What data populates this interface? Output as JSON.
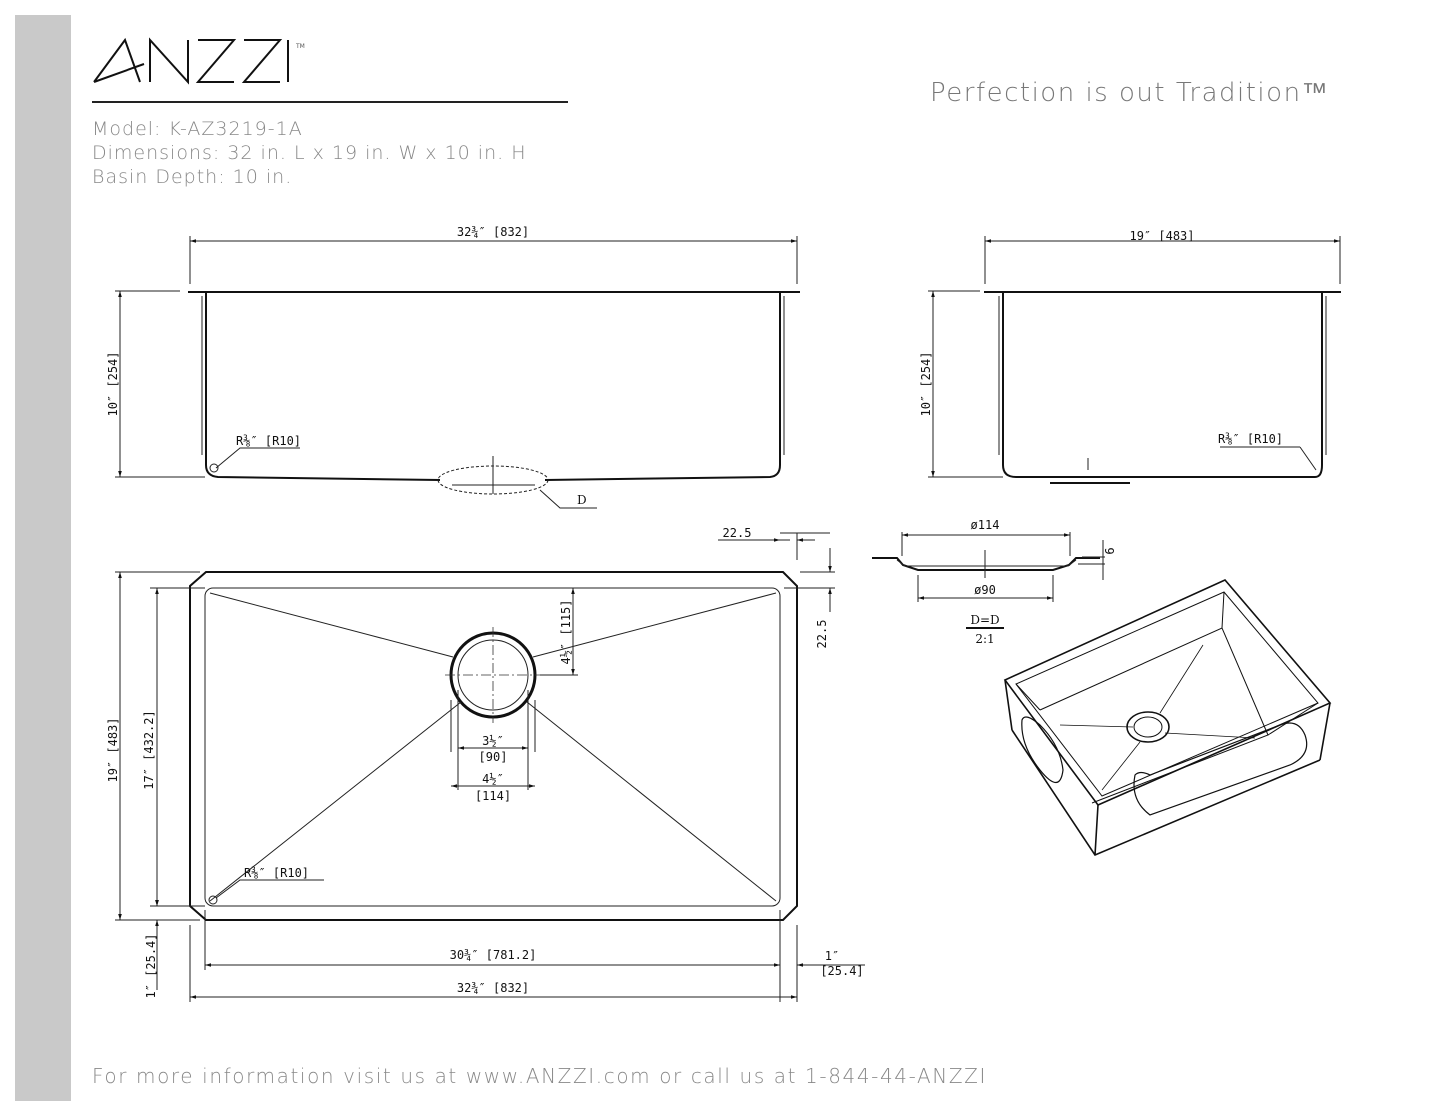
{
  "brand": {
    "logo": "ANZZI",
    "trademark": "™"
  },
  "tagline": "Perfection is out Tradition™",
  "specs": {
    "model": "Model: K-AZ3219-1A",
    "dimensions": "Dimensions: 32 in. L x 19 in. W x 10 in. H",
    "basin_depth": "Basin Depth: 10 in."
  },
  "front_view": {
    "width": "32¾″ [832]",
    "height": "10″ [254]",
    "radius": "R⅜″ [R10]",
    "detail": "D"
  },
  "side_view": {
    "width": "19″ [483]",
    "height": "10″ [254]",
    "radius": "R⅜″ [R10]"
  },
  "drain_detail": {
    "outer_dia": "ø114",
    "inner_dia": "ø90",
    "depth": "6",
    "label": "D=D",
    "scale": "2:1"
  },
  "plan_view": {
    "corner_offset_h": "22.5",
    "corner_offset_v": "22.5",
    "drain_offset": "4½″ [115]",
    "drain_inner_in": "3½″",
    "drain_inner_mm": "[90]",
    "drain_outer_in": "4½″",
    "drain_outer_mm": "[114]",
    "overall_width": "19″ [483]",
    "inner_width": "17″ [432.2]",
    "radius": "R⅜″ [R10]",
    "inner_length": "30¾″ [781.2]",
    "overall_length": "32¾″ [832]",
    "flange_right_in": "1″",
    "flange_right_mm": "[25.4]",
    "flange_bottom": "1″ [25.4]"
  },
  "footer": "For more information visit us at www.ANZZI.com or call us at 1-844-44-ANZZI"
}
